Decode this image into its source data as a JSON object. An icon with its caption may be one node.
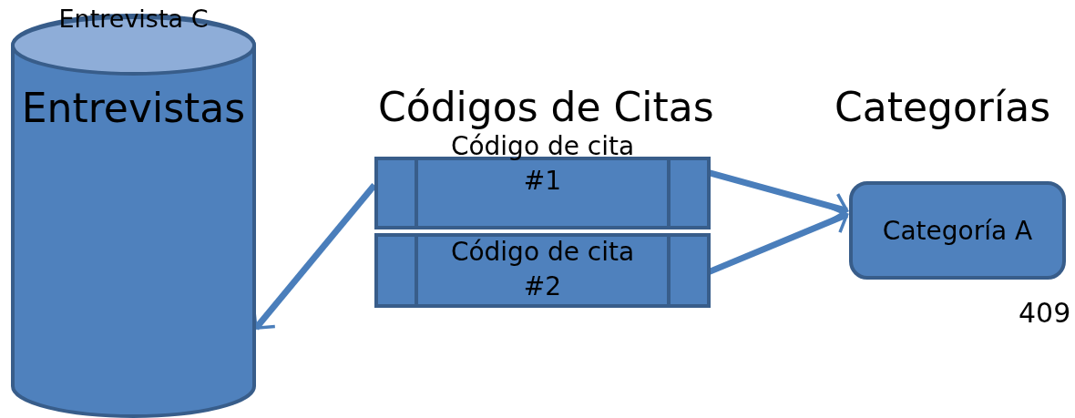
{
  "diagram": {
    "nodes": [
      {
        "text": [
          "Entrevista C",
          "Entrevistas"
        ]
      },
      {
        "text": [
          "Código de cita #1"
        ]
      },
      {
        "text": [
          "Código de cita #2"
        ]
      },
      {
        "text": [
          "Categoría A"
        ]
      }
    ],
    "edges": [
      {
        "from": 1,
        "to": 0,
        "arrow": "to"
      },
      {
        "from": 1,
        "to": 3,
        "arrow": "to"
      },
      {
        "from": 2,
        "to": 3,
        "arrow": "to"
      }
    ],
    "labels": [
      "Códigos de Citas",
      "Categorías",
      "409"
    ]
  }
}
